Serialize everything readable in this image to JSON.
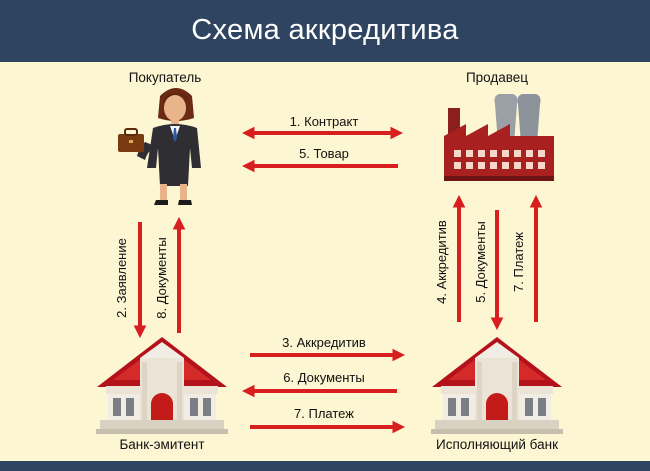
{
  "title": "Схема аккредитива",
  "nodes": {
    "buyer": "Покупатель",
    "seller": "Продавец",
    "issuing_bank": "Банк-эмитент",
    "executing_bank": "Исполняющий банк"
  },
  "flows": {
    "contract": "1. Контракт",
    "goods": "5. Товар",
    "application": "2. Заявление",
    "documents_to_buyer": "8. Документы",
    "letter_of_credit": "3. Аккредитив",
    "documents_to_issuer": "6. Документы",
    "payment_to_executing": "7. Платеж",
    "lc_to_seller": "4. Аккредитив",
    "documents_from_seller": "5. Документы",
    "payment_to_seller": "7. Платеж"
  },
  "colors": {
    "header": "#2f4460",
    "background": "#fdf6d2",
    "arrow": "#d81e1e",
    "bank_roof": "#b4121b",
    "bank_wall": "#f2ede4",
    "factory": "#a8201f"
  },
  "icons": {
    "buyer": "businesswoman-icon",
    "seller": "factory-icon",
    "issuing_bank": "bank-building-icon",
    "executing_bank": "bank-building-icon"
  }
}
